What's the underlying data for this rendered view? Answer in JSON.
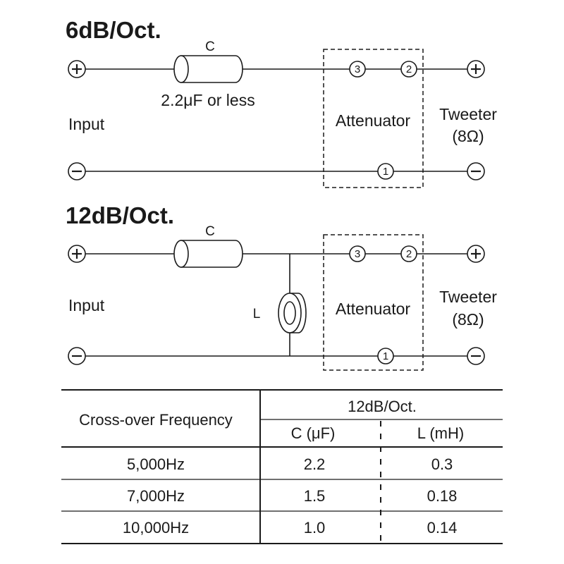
{
  "diagram_6db": {
    "title": "6dB/Oct.",
    "capacitor_label": "C",
    "capacitor_value": "2.2μF or less",
    "input_label": "Input",
    "attenuator_label": "Attenuator",
    "tweeter_label": "Tweeter",
    "tweeter_impedance": "(8Ω)",
    "terminals": [
      "3",
      "2",
      "1"
    ]
  },
  "diagram_12db": {
    "title": "12dB/Oct.",
    "capacitor_label": "C",
    "inductor_label": "L",
    "input_label": "Input",
    "attenuator_label": "Attenuator",
    "tweeter_label": "Tweeter",
    "tweeter_impedance": "(8Ω)",
    "terminals": [
      "3",
      "2",
      "1"
    ]
  },
  "table": {
    "row_header": "Cross-over Frequency",
    "group_header": "12dB/Oct.",
    "col_c": "C (μF)",
    "col_l": "L (mH)",
    "rows": [
      {
        "freq": "5,000Hz",
        "c": "2.2",
        "l": "0.3"
      },
      {
        "freq": "7,000Hz",
        "c": "1.5",
        "l": "0.18"
      },
      {
        "freq": "10,000Hz",
        "c": "1.0",
        "l": "0.14"
      }
    ]
  }
}
